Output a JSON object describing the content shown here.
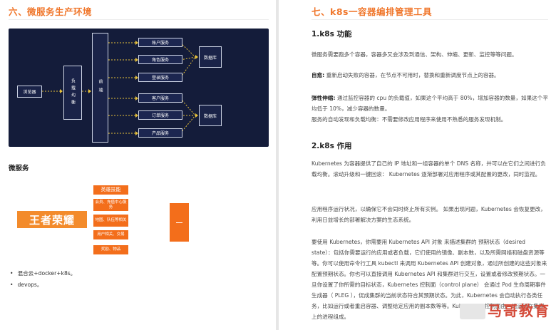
{
  "left": {
    "section_title": "六、微服务生产环境",
    "diagram": {
      "browser": "浏览器",
      "load_balancer": "负载均衡",
      "frontend": "前端",
      "services": [
        "账户服务",
        "角色服务",
        "登录服务",
        "客户服务",
        "订单服务",
        "产品服务"
      ],
      "db_top": "数据库",
      "db_bottom": "数据库"
    },
    "micro_title": "微服务",
    "logo_text": "王者荣耀",
    "micro_boxes": [
      "英雄技能",
      "会员、充值中心服务",
      "地图、队伍等相关",
      "用户相关、交易",
      "奖励、物品"
    ],
    "bullets": [
      "混合云+docker+k8s。",
      "devops。"
    ]
  },
  "right": {
    "section_title": "七、k8s一容器编排管理工具",
    "h1": "1.k8s 功能",
    "p1": "微服务需要跑多个容器，容器多又会涉及到通信、架构、伸缩、更新、监控等等问题。",
    "p2_label": "自愈:",
    "p2": "重新启动失败的容器，在节点不可用时，替换和重新调度节点上的容器。",
    "p3_label": "弹性伸缩:",
    "p3": "通过监控容器的 cpu 的负载值，如果这个平均高于 80%，增加容器的数量，如果这个平均低于 10%，减少容器的数量。",
    "p4": "服务的自动发现和负载均衡：不需要修改应用程序来使用不熟悉的服务发现机制。",
    "h2": "2.k8s 作用",
    "p5": "Kubernetes 为容器提供了自己的 IP 地址和一组容器的单个 DNS 名称，并可以在它们之间进行负载均衡。滚动升级和一键回滚： Kubernetes 逐渐部署对应用程序或其配置的更改，同时监视。",
    "p6": "应用程序运行状况，以确保它不会同时终止所有实例。 如果出现问题，Kubernetes 会恢复更改，利用日益增长的部署解决方案的生态系统。",
    "p7": "要使用 Kubernetes，你需要用 Kubernetes API 对象 来描述集群的 预期状态（desired state）：包括你需要运行的应用或者负载，它们使用的镜像、副本数，以及所需网络和磁盘资源等等。你可以使用命令行工具 kubectl 来调用 Kubernetes API 创建对象，通过所创建的这些对象来配置预期状态。你也可以直接调用 Kubernetes API 和集群进行交互，设置或者修改预期状态。一旦你设置了你所需的目标状态，Kubernetes 控制面（control plane） 会通过 Pod 生命周期事件生成器（ PLEG ），促成集群的当前状态符合其预期状态。为此，Kubernetes 会自动执行各类任务，比如运行或者重启容器、调整给定应用的副本数等等。Kubernetes 控制面由一组运行在集群上的进程组成。"
  },
  "watermark": "马哥教育"
}
